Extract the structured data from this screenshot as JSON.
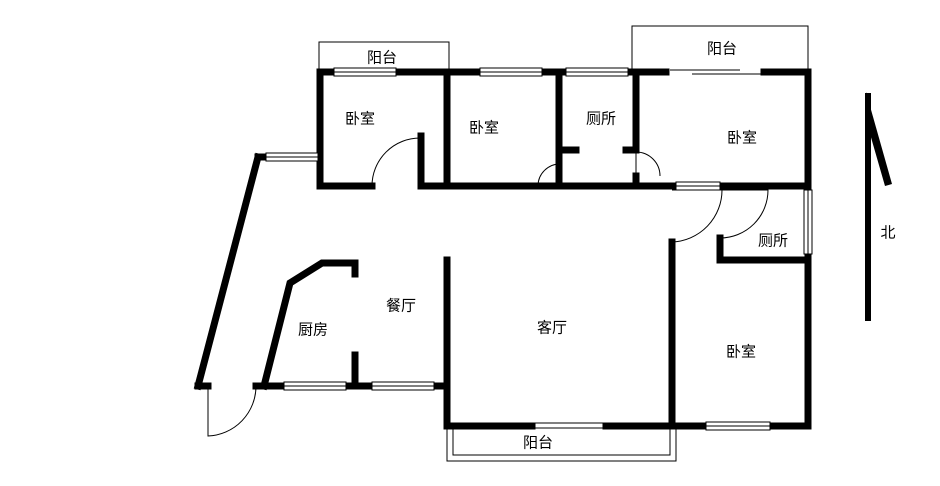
{
  "rooms": {
    "balcony_top_left": "阳台",
    "bedroom_top_left": "卧室",
    "bedroom_top_middle": "卧室",
    "toilet_top": "厕所",
    "balcony_top_right": "阳台",
    "bedroom_top_right": "卧室",
    "toilet_right": "厕所",
    "dining_room": "餐厅",
    "kitchen": "厨房",
    "living_room": "客厅",
    "bedroom_bottom_right": "卧室",
    "balcony_bottom": "阳台"
  },
  "compass": {
    "label": "北"
  },
  "colors": {
    "wall": "#000000",
    "background": "#ffffff"
  }
}
